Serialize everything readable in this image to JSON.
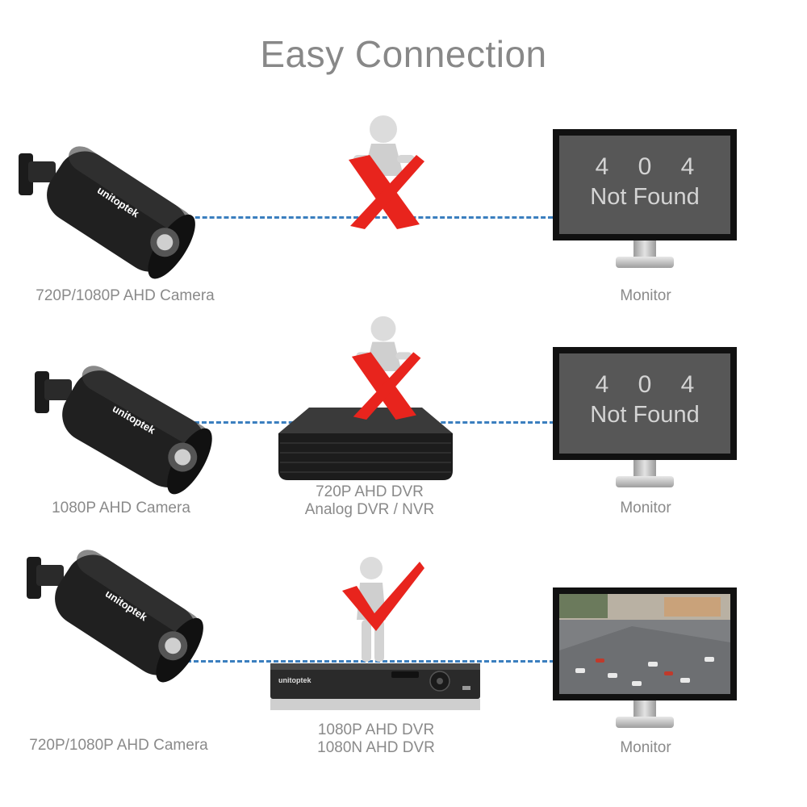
{
  "title": "Easy Connection",
  "rows": [
    {
      "camera_label": "720P/1080P AHD Camera",
      "monitor_label": "Monitor",
      "monitor_status": [
        "4 0 4",
        "Not Found"
      ],
      "result": "fail",
      "device_label": []
    },
    {
      "camera_label": "1080P AHD Camera",
      "monitor_label": "Monitor",
      "monitor_status": [
        "4 0 4",
        "Not Found"
      ],
      "result": "fail",
      "device_label": [
        "720P AHD DVR",
        "Analog DVR / NVR"
      ]
    },
    {
      "camera_label": "720P/1080P AHD Camera",
      "monitor_label": "Monitor",
      "monitor_status": [],
      "result": "success",
      "device_label": [
        "1080P AHD DVR",
        "1080N AHD DVR"
      ]
    }
  ],
  "camera_brand": "unitoptek",
  "dvr_brand": "unitoptek",
  "colors": {
    "dash": "#3b7fbf",
    "cross": "#e8241d",
    "check": "#e8241d",
    "monitor_bezel": "#111111"
  },
  "icons": [
    "camera-icon",
    "person-x-icon",
    "person-check-icon",
    "dvr-icon",
    "monitor-icon"
  ]
}
